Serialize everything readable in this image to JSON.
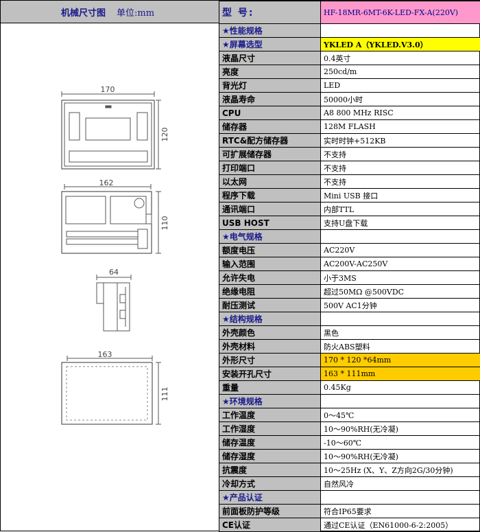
{
  "left_header": {
    "title": "机械尺寸图",
    "unit": "单位:mm"
  },
  "dimensions": {
    "front_width": "170",
    "front_height": "120",
    "back_width": "162",
    "back_height": "110",
    "side_depth": "64",
    "cutout_width": "163",
    "cutout_height": "111"
  },
  "header_row": {
    "label": "型  号:",
    "value": "HF-18MR-6MT-6K-LED-FX-A(220V)"
  },
  "rows": [
    {
      "label": "★性能规格",
      "value": "",
      "type": "section"
    },
    {
      "label": "★屏幕选型",
      "value": "YKLED A（YKLED.V3.0）",
      "type": "section",
      "hl": "yellow"
    },
    {
      "label": "液晶尺寸",
      "value": "0.4英寸"
    },
    {
      "label": "亮度",
      "value": "250cd/m"
    },
    {
      "label": "背光灯",
      "value": "LED"
    },
    {
      "label": "液晶寿命",
      "value": "50000小时"
    },
    {
      "label": "CPU",
      "value": "A8 800 MHz RISC"
    },
    {
      "label": "储存器",
      "value": "128M FLASH"
    },
    {
      "label": "RTC&配方储存器",
      "value": "实时时钟+512KB"
    },
    {
      "label": "可扩展储存器",
      "value": "不支持"
    },
    {
      "label": "打印端口",
      "value": "不支持"
    },
    {
      "label": "以太网",
      "value": "不支持"
    },
    {
      "label": "程序下载",
      "value": "Mini USB 接口"
    },
    {
      "label": "通讯端口",
      "value": "内部TTL"
    },
    {
      "label": "USB HOST",
      "value": "支持U盘下载"
    },
    {
      "label": "★电气规格",
      "value": "",
      "type": "section"
    },
    {
      "label": "额度电压",
      "value": "AC220V"
    },
    {
      "label": "输入范围",
      "value": "AC200V-AC250V"
    },
    {
      "label": "允许失电",
      "value": "小于3MS"
    },
    {
      "label": "绝缘电阻",
      "value": "超过50MΩ @500VDC"
    },
    {
      "label": "耐压测试",
      "value": "500V AC1分钟"
    },
    {
      "label": "★结构规格",
      "value": "",
      "type": "section"
    },
    {
      "label": "外壳颜色",
      "value": "黑色"
    },
    {
      "label": "外壳材料",
      "value": "防火ABS塑料"
    },
    {
      "label": "外形尺寸",
      "value": "170 * 120 *64mm",
      "hl": "orange"
    },
    {
      "label": "安装开孔尺寸",
      "value": "163 * 111mm",
      "hl": "orange"
    },
    {
      "label": "重量",
      "value": "0.45Kg"
    },
    {
      "label": "★环境规格",
      "value": "",
      "type": "section"
    },
    {
      "label": "工作温度",
      "value": "0～45℃"
    },
    {
      "label": "工作湿度",
      "value": "10～90%RH(无冷凝)"
    },
    {
      "label": "储存温度",
      "value": "-10～60℃"
    },
    {
      "label": "储存湿度",
      "value": "10～90%RH(无冷凝)"
    },
    {
      "label": "抗震度",
      "value": "10～25Hz (X、Y、Z方向2G/30分钟)"
    },
    {
      "label": "冷却方式",
      "value": "自然风冷"
    },
    {
      "label": "★产品认证",
      "value": "",
      "type": "section"
    },
    {
      "label": "前面板防护等级",
      "value": "符合IP65要求"
    },
    {
      "label": "CE认证",
      "value": "通过CE认证（EN61000-6-2:2005）"
    }
  ]
}
